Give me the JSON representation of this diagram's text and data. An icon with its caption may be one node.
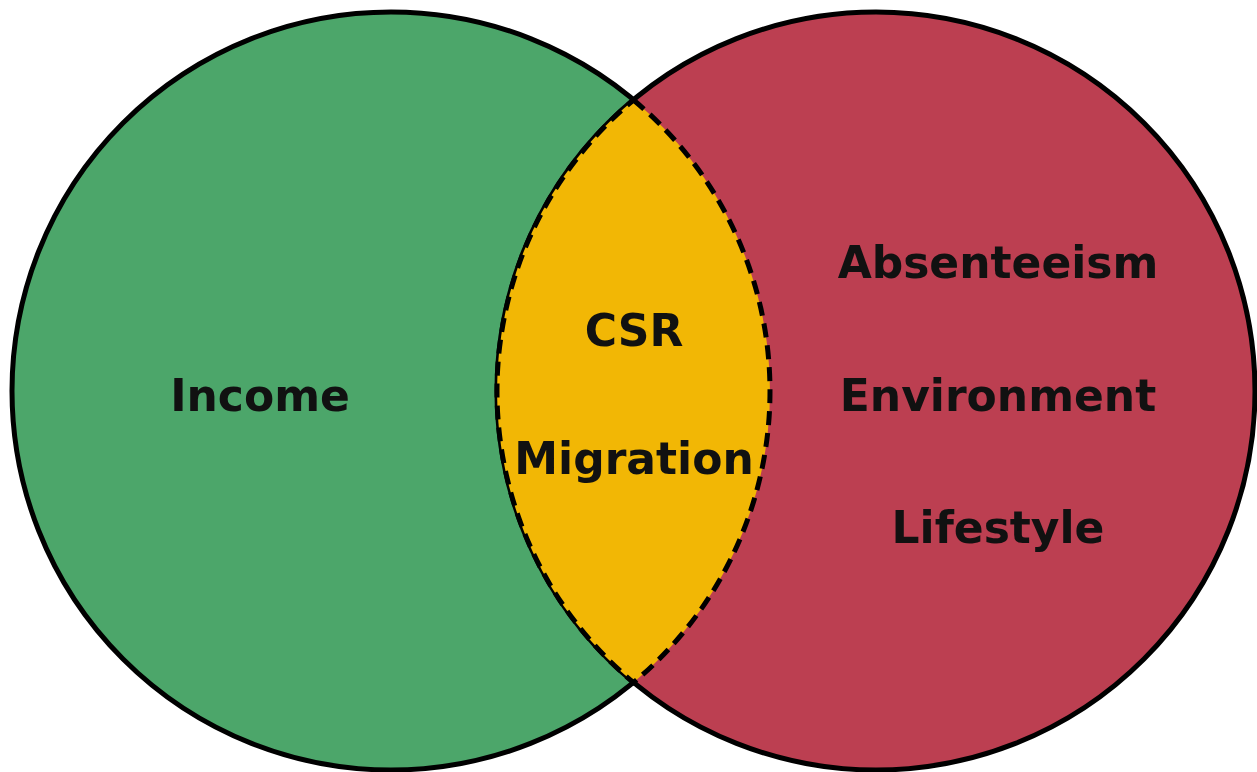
{
  "diagram": {
    "nodes": [
      {
        "text": [
          "Income"
        ]
      },
      {
        "text": [
          "Absenteeism",
          "Environment",
          "Lifestyle"
        ]
      },
      {
        "text": [
          "CSR",
          "Migration"
        ]
      }
    ]
  }
}
